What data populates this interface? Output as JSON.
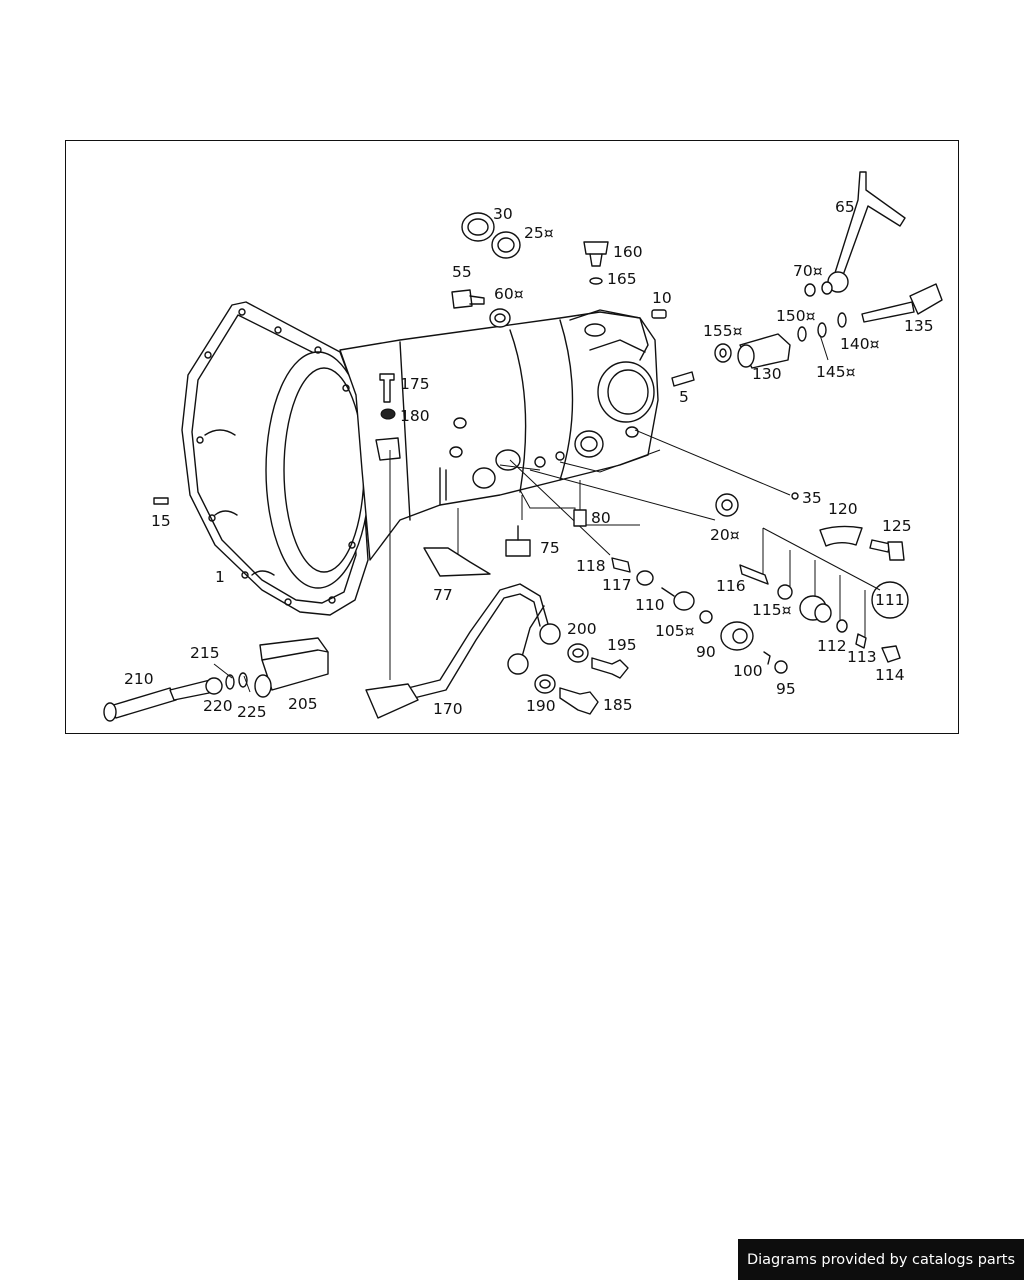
{
  "diagram": {
    "callouts": [
      {
        "id": "30",
        "text": "30"
      },
      {
        "id": "25",
        "text": "25¤"
      },
      {
        "id": "160",
        "text": "160"
      },
      {
        "id": "165",
        "text": "165"
      },
      {
        "id": "65",
        "text": "65"
      },
      {
        "id": "55",
        "text": "55"
      },
      {
        "id": "60",
        "text": "60¤"
      },
      {
        "id": "10",
        "text": "10"
      },
      {
        "id": "70",
        "text": "70¤"
      },
      {
        "id": "150",
        "text": "150¤"
      },
      {
        "id": "135",
        "text": "135"
      },
      {
        "id": "155",
        "text": "155¤"
      },
      {
        "id": "140",
        "text": "140¤"
      },
      {
        "id": "130",
        "text": "130"
      },
      {
        "id": "145",
        "text": "145¤"
      },
      {
        "id": "175",
        "text": "175"
      },
      {
        "id": "5",
        "text": "5"
      },
      {
        "id": "180",
        "text": "180"
      },
      {
        "id": "35",
        "text": "35"
      },
      {
        "id": "120",
        "text": "120"
      },
      {
        "id": "15",
        "text": "15"
      },
      {
        "id": "80",
        "text": "80"
      },
      {
        "id": "125",
        "text": "125"
      },
      {
        "id": "20",
        "text": "20¤"
      },
      {
        "id": "75",
        "text": "75"
      },
      {
        "id": "118",
        "text": "118"
      },
      {
        "id": "1",
        "text": "1"
      },
      {
        "id": "117",
        "text": "117"
      },
      {
        "id": "116",
        "text": "116"
      },
      {
        "id": "77",
        "text": "77"
      },
      {
        "id": "111",
        "text": "111"
      },
      {
        "id": "110",
        "text": "110"
      },
      {
        "id": "115",
        "text": "115¤"
      },
      {
        "id": "215",
        "text": "215"
      },
      {
        "id": "200",
        "text": "200"
      },
      {
        "id": "105",
        "text": "105¤"
      },
      {
        "id": "112",
        "text": "112"
      },
      {
        "id": "210",
        "text": "210"
      },
      {
        "id": "195",
        "text": "195"
      },
      {
        "id": "90",
        "text": "90"
      },
      {
        "id": "113",
        "text": "113"
      },
      {
        "id": "100",
        "text": "100"
      },
      {
        "id": "114",
        "text": "114"
      },
      {
        "id": "95",
        "text": "95"
      },
      {
        "id": "220",
        "text": "220"
      },
      {
        "id": "205",
        "text": "205"
      },
      {
        "id": "225",
        "text": "225"
      },
      {
        "id": "190",
        "text": "190"
      },
      {
        "id": "185",
        "text": "185"
      },
      {
        "id": "170",
        "text": "170"
      }
    ]
  },
  "footer": {
    "banner_text": "Diagrams provided by catalogs parts"
  }
}
